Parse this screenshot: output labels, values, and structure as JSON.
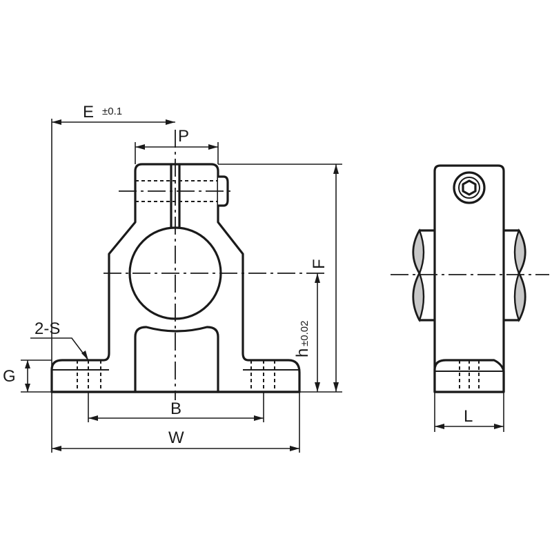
{
  "labels": {
    "E": "E",
    "E_tol": "±0.1",
    "P": "P",
    "F": "F",
    "h": "h",
    "h_tol": "±0.02",
    "S": "2-S",
    "G": "G",
    "B": "B",
    "W": "W",
    "L": "L"
  },
  "colors": {
    "line": "#1a1a1a",
    "background": "#ffffff",
    "section_fill": "#c8c8c8"
  }
}
